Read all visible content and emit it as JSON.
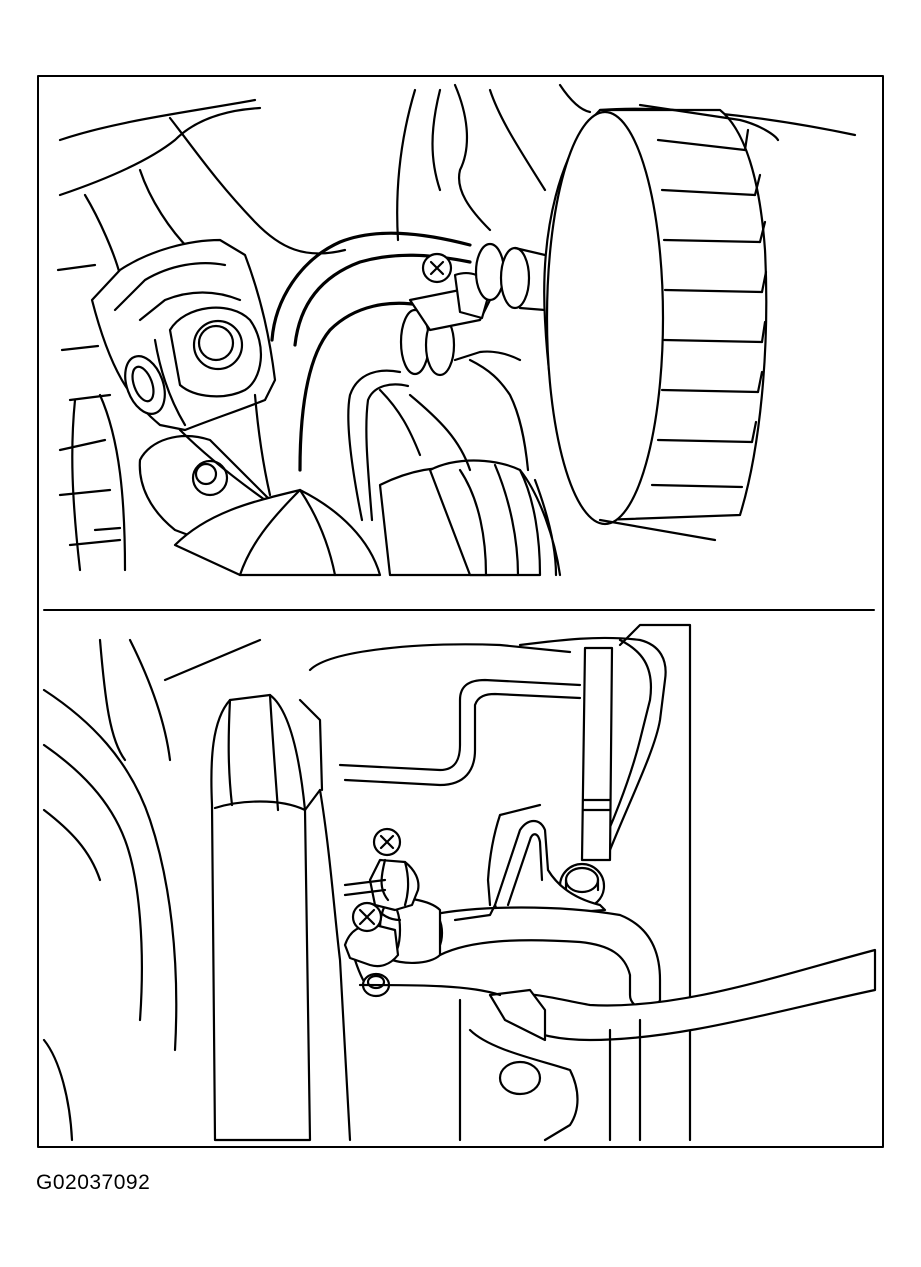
{
  "figure": {
    "id_label": "G02037092",
    "panels": [
      {
        "name": "upper-view",
        "parts": [
          "steering-shaft-universal-joint",
          "hose-clamp-with-bolt",
          "steering-gear-boot",
          "tube"
        ]
      },
      {
        "name": "lower-view",
        "parts": [
          "hose-clamp-with-bolts",
          "tube",
          "bracket",
          "bolt"
        ]
      }
    ]
  }
}
